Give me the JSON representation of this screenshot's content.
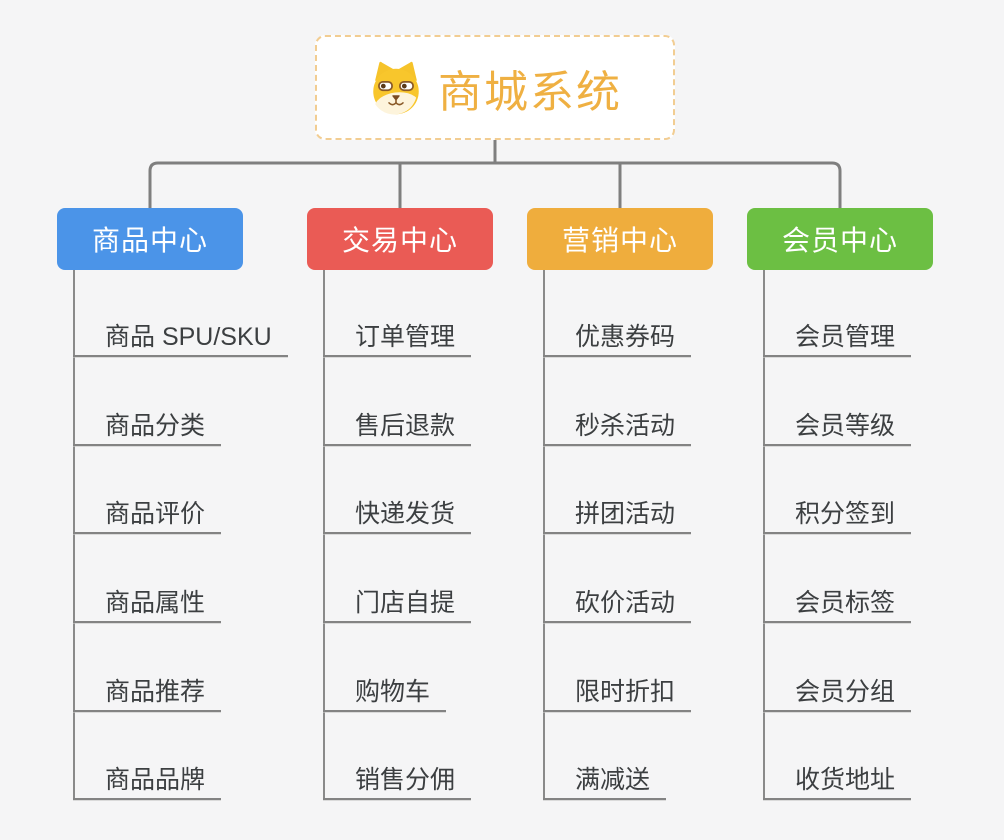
{
  "page": {
    "background_color": "#f5f5f6",
    "connector_color": "#7f7f7f",
    "underline_color": "#838383"
  },
  "root": {
    "title": "商城系统",
    "title_color": "#efb042",
    "border_color": "#f2cd92",
    "icon": "dog-face-icon"
  },
  "branches": [
    {
      "key": "product-center",
      "label": "商品中心",
      "color": "#4b94e8",
      "items": [
        "商品 SPU/SKU",
        "商品分类",
        "商品评价",
        "商品属性",
        "商品推荐",
        "商品品牌"
      ]
    },
    {
      "key": "trade-center",
      "label": "交易中心",
      "color": "#ea5b55",
      "items": [
        "订单管理",
        "售后退款",
        "快递发货",
        "门店自提",
        "购物车",
        "销售分佣"
      ]
    },
    {
      "key": "marketing-center",
      "label": "营销中心",
      "color": "#efad3d",
      "items": [
        "优惠券码",
        "秒杀活动",
        "拼团活动",
        "砍价活动",
        "限时折扣",
        "满减送"
      ]
    },
    {
      "key": "member-center",
      "label": "会员中心",
      "color": "#6cbf43",
      "items": [
        "会员管理",
        "会员等级",
        "积分签到",
        "会员标签",
        "会员分组",
        "收货地址"
      ]
    }
  ]
}
